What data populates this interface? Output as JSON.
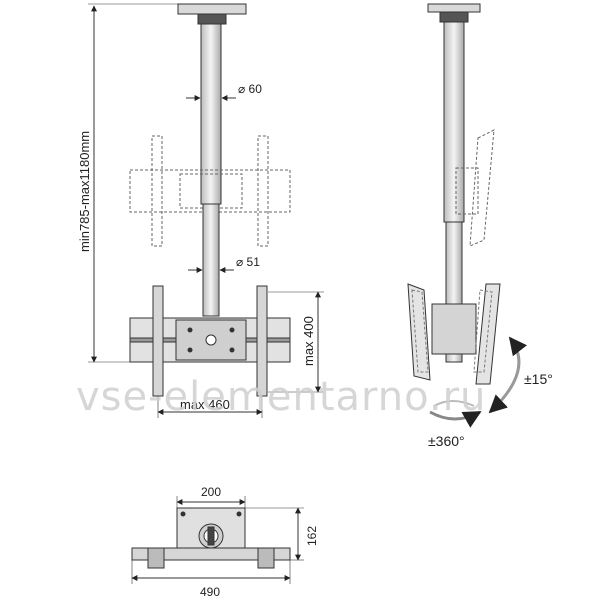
{
  "dimensions": {
    "height_range": "min785-max1180mm",
    "pole_upper_diameter": "⌀ 60",
    "pole_lower_diameter": "⌀ 51",
    "bracket_height": "max 400",
    "bracket_width": "max 460",
    "tilt": "±15°",
    "rotation": "±360°",
    "base_plate_width": "200",
    "base_plate_depth": "162",
    "clamp_span": "490"
  },
  "watermark": "vse-elementarno.ru",
  "colors": {
    "line": "#333333",
    "metal_fill": "#d9d9d9",
    "metal_dark": "#9a9a9a",
    "watermark": "#cfcfcf"
  }
}
